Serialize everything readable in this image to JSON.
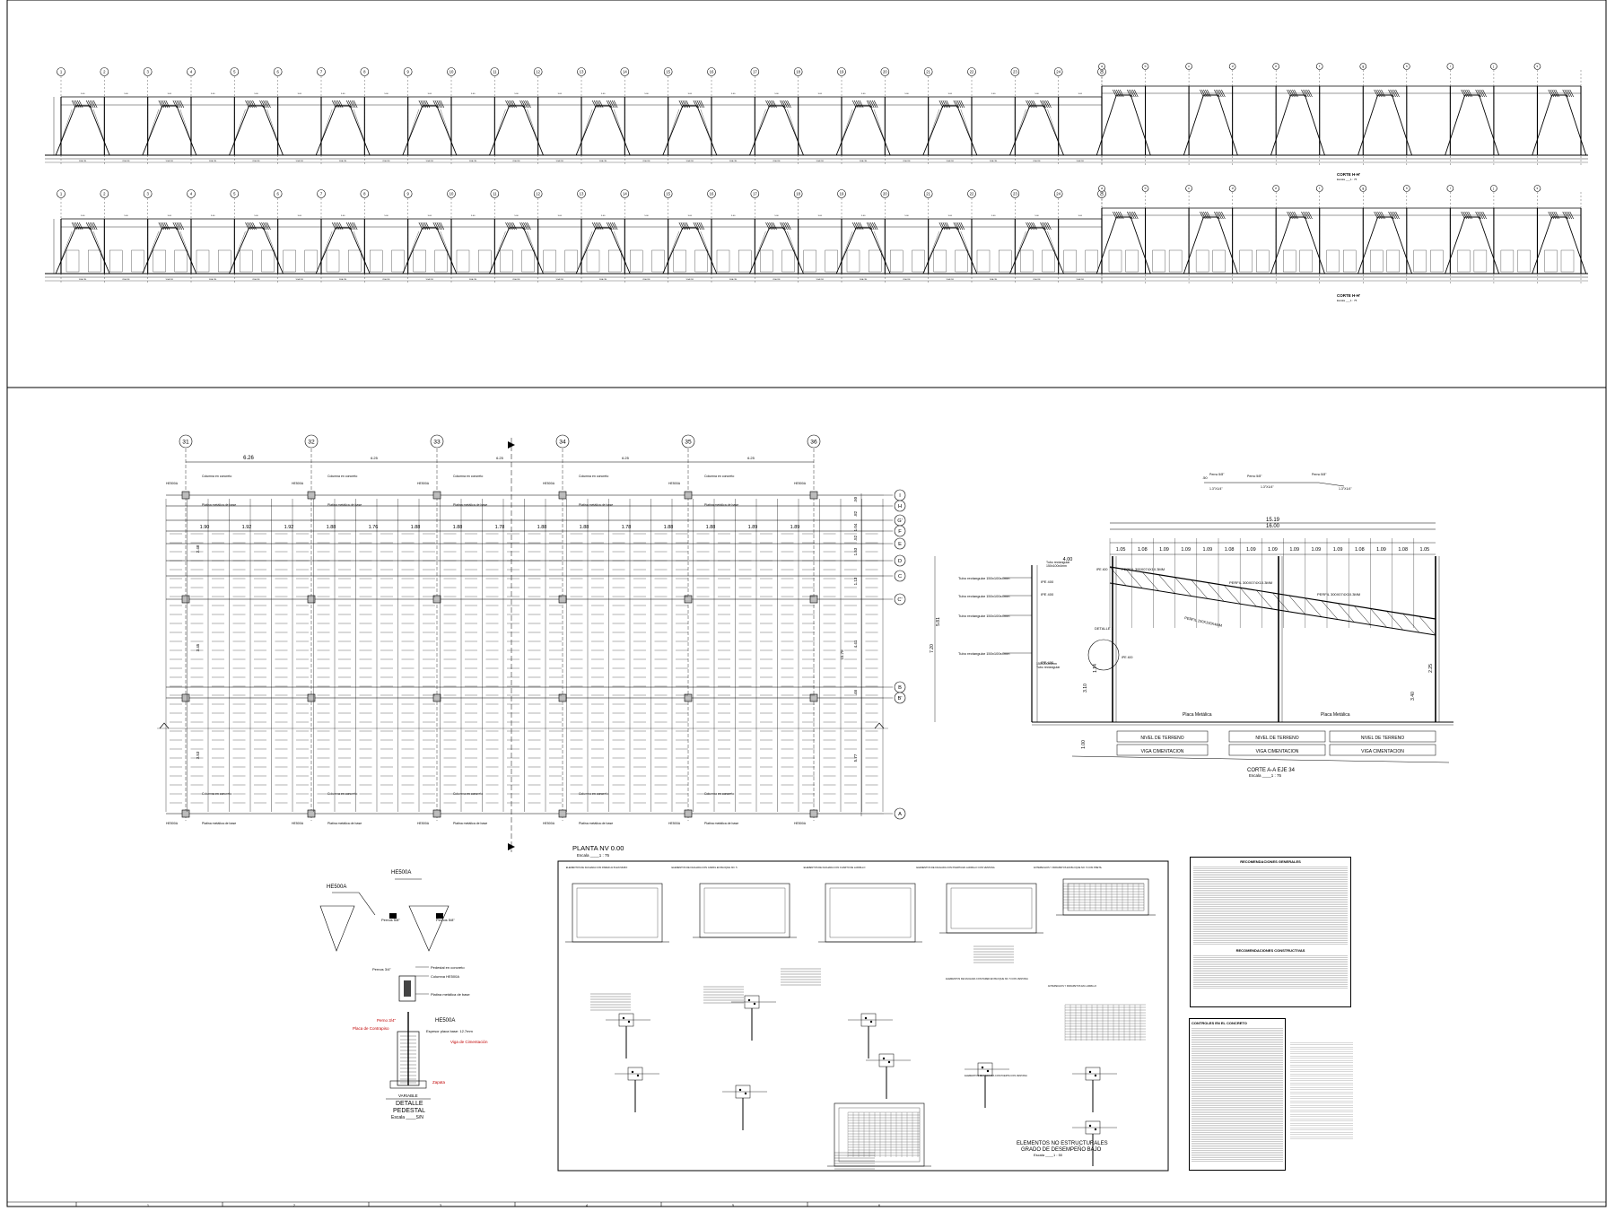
{
  "sheet": {
    "border_color": "#000000",
    "accent_red": "#c00000"
  },
  "elevations": {
    "top_title": "CORTE H-H'",
    "bottom_title": "CORTE H-H'",
    "scale_text": "Escala ___1 : 75",
    "axis_labels": [
      "1",
      "2",
      "3",
      "4",
      "5",
      "6",
      "7",
      "8",
      "9",
      "10",
      "11",
      "12",
      "13",
      "14",
      "15",
      "16",
      "17",
      "18",
      "19",
      "20",
      "21",
      "22",
      "23",
      "24",
      "25"
    ],
    "right_axis_labels": [
      "a",
      "b",
      "c",
      "d",
      "e",
      "f",
      "g",
      "h",
      "i",
      "j",
      "k"
    ]
  },
  "plan": {
    "title": "PLANTA NV 0.00",
    "scale": "Escala ____1 : 75",
    "axes_top": [
      "31",
      "32",
      "33",
      "34",
      "35",
      "36"
    ],
    "axes_right": [
      "I",
      "H",
      "G'",
      "F",
      "E",
      "D",
      "C",
      "C'",
      "B",
      "B'",
      "A"
    ],
    "top_dims": [
      "6.26",
      "6.25",
      "6.25",
      "6.25",
      "6.25"
    ],
    "row_dims": [
      "1.90",
      "1.92",
      "1.92",
      "1.88",
      "1.76",
      "1.88",
      "1.88",
      "1.78",
      "1.88",
      "1.88",
      "1.78",
      "1.88",
      "1.88",
      "1.89",
      "1.89"
    ],
    "right_dims": [
      ".50",
      ".82",
      "1.04",
      ".52",
      "1.53",
      "1.13",
      "4.41",
      "15.78",
      ".46",
      "5.77"
    ],
    "col_label": "Columna en concreto",
    "beam_label": "HE500A",
    "plate_label": "Platina metálica de base",
    "left_dims": [
      "2.48",
      "3.45",
      "3.53"
    ]
  },
  "section": {
    "title": "CORTE A-A EJE 34",
    "scale": "Escala ____1 : 75",
    "overall": [
      "15.19",
      "16.00"
    ],
    "top_spacing": [
      "1.05",
      "1.08",
      "1.09",
      "1.09",
      "1.09",
      "1.08",
      "1.09",
      "1.09",
      "1.09",
      "1.09",
      "1.09",
      "1.08",
      "1.09",
      "1.08",
      "1.05"
    ],
    "left_notes": [
      "Tubo rectangular 150x100x4mm",
      "Tubo rectangular 150x100x4mm",
      "Tubo rectangular 150x100x4mm",
      "Tubo rectangular 150x100x4mm"
    ],
    "profiles": [
      "PERFIL 300X074X10.3MM",
      "PERFIL 300X074X10.3MM",
      "PERFIL 300X074X10.3MM",
      "PERFIL 150X100X4MM"
    ],
    "ipe": [
      "IPE 400",
      "IPE 400",
      "IPE 400"
    ],
    "detalle": "DETALLE 1",
    "terrain": [
      "NIVEL DE TERRENO",
      "NIVEL DE TERRENO",
      "NIVEL DE TERRENO"
    ],
    "foundation": [
      "VIGA CIMENTACION",
      "VIGA CIMENTACION",
      "VIGA CIMENTACION"
    ],
    "plates": [
      "Placa Metálica",
      "Placa Metálica"
    ],
    "dims_vert": [
      "4.00",
      "5.81",
      "7.20",
      "3.10",
      "1.14",
      "1.00",
      "3.40",
      "2.25"
    ],
    "perno_labels": [
      "Perno 5/8\"",
      "Perno 5/8\"",
      "Perno 5/8\""
    ],
    "perno_dims": [
      "1.3\"X1/4\"",
      "1.3\"X1/4\"",
      "1.3\"X1/4\""
    ],
    "dim_50": ".50"
  },
  "detail": {
    "title": "DETALLE",
    "subtitle": "PEDESTAL",
    "scale": "Escala ____S/N",
    "he_labels": [
      "HE500A",
      "HE500A",
      "HE500A"
    ],
    "perno_labels": [
      "Pernos 5/8\"",
      "Pernos 5/8\"",
      "Pernos 3/4\""
    ],
    "notes": [
      "Pedestal en concreto",
      "Columna HE500A",
      "Platina metálica de base"
    ],
    "red_notes": [
      "Perno 3/4\"",
      "Placa de Contrapiso",
      "Viga de Cimentación",
      "Zapata"
    ],
    "black_notes": [
      "Espesor placa base: 12.7mm"
    ],
    "variable": "VARIABLE"
  },
  "nonstruct": {
    "title": "ELEMENTOS NO ESTRUCTURALES",
    "subtitle": "GRADO DE DESEMPEÑO BAJO",
    "scale": "Escala ____1 : 50",
    "headings": [
      "ELEMENTOS DE FACHADA CON PARED ALTA EN MURO",
      "ELEMENTOS DE FACHADA CON CARRIL EN BLOQUE NO. 5",
      "ELEMENTOS DE FACHADA CON CUARTO DE LADRILLO",
      "ELEMENTOS DE FACHADA CON PUERTA EN LADRILLO CON VENTANA",
      "ANTEPECHOS Y PARAPETOS EN BLOQUE NO. 5 CON PRETIL",
      "ELEMENTOS DE FACHADA CON PARED EN BLOQUE NO. 5 CON VENTANA",
      "ELEMENTOS DE FACHADA CON PUERTA CON VENTANA",
      "ANTEPECHOS Y PARAPETOS EN LADRILLO"
    ]
  },
  "notes_box": {
    "title": "RECOMENDACIONES GENERALES",
    "subtitle": "RECOMENDACIONES CONSTRUCTIVAS"
  },
  "control_box": {
    "title": "CONTROLES EN EL CONCRETO"
  },
  "bottom_ruler": [
    "1",
    "2",
    "3",
    "4",
    "5",
    "6"
  ]
}
